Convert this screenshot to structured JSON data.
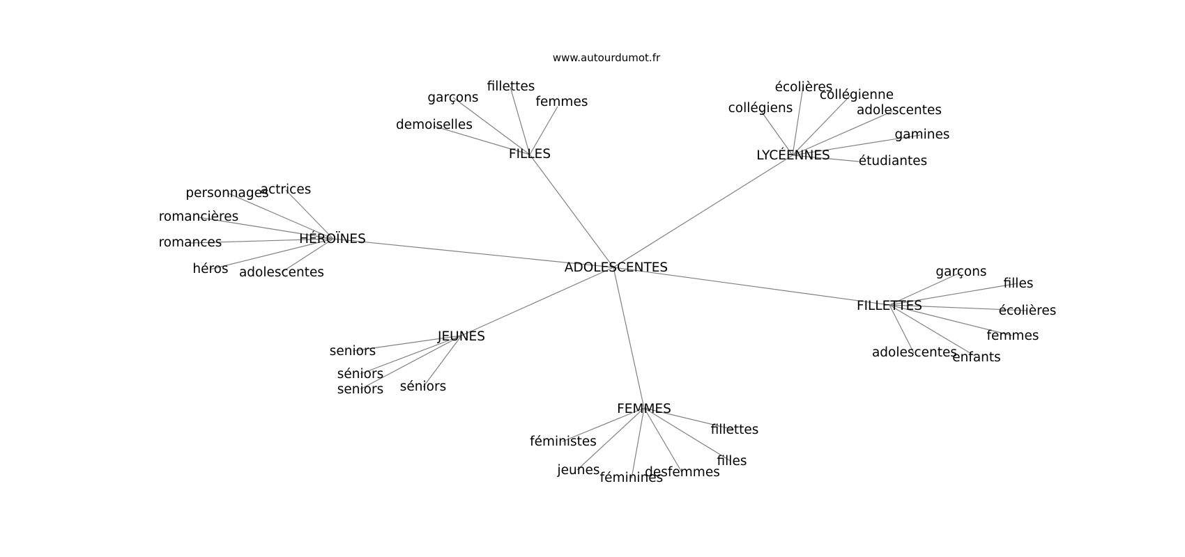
{
  "watermark": "www.autourdumot.fr",
  "colors": {
    "edge": "#808080",
    "text": "#000000",
    "background": "#ffffff"
  },
  "graph": {
    "center": "ADOLESCENTES",
    "hubs": [
      {
        "label": "FILLES",
        "leaves": [
          "garçons",
          "fillettes",
          "femmes",
          "demoiselles"
        ]
      },
      {
        "label": "LYCÉENNES",
        "leaves": [
          "écolières",
          "collégiens",
          "collégienne",
          "adolescentes",
          "gamines",
          "étudiantes"
        ]
      },
      {
        "label": "HÉROÏNES",
        "leaves": [
          "personnages",
          "actrices",
          "romancières",
          "romances",
          "héros",
          "adolescentes"
        ]
      },
      {
        "label": "FILLETTES",
        "leaves": [
          "garçons",
          "filles",
          "écolières",
          "femmes",
          "adolescentes",
          "enfants"
        ]
      },
      {
        "label": "JEUNES",
        "leaves": [
          "seniors",
          "séniors",
          "seniors",
          "séniors"
        ]
      },
      {
        "label": "FEMMES",
        "leaves": [
          "fillettes",
          "féministes",
          "filles",
          "jeunes",
          "desfemmes",
          "féminines"
        ]
      }
    ]
  }
}
